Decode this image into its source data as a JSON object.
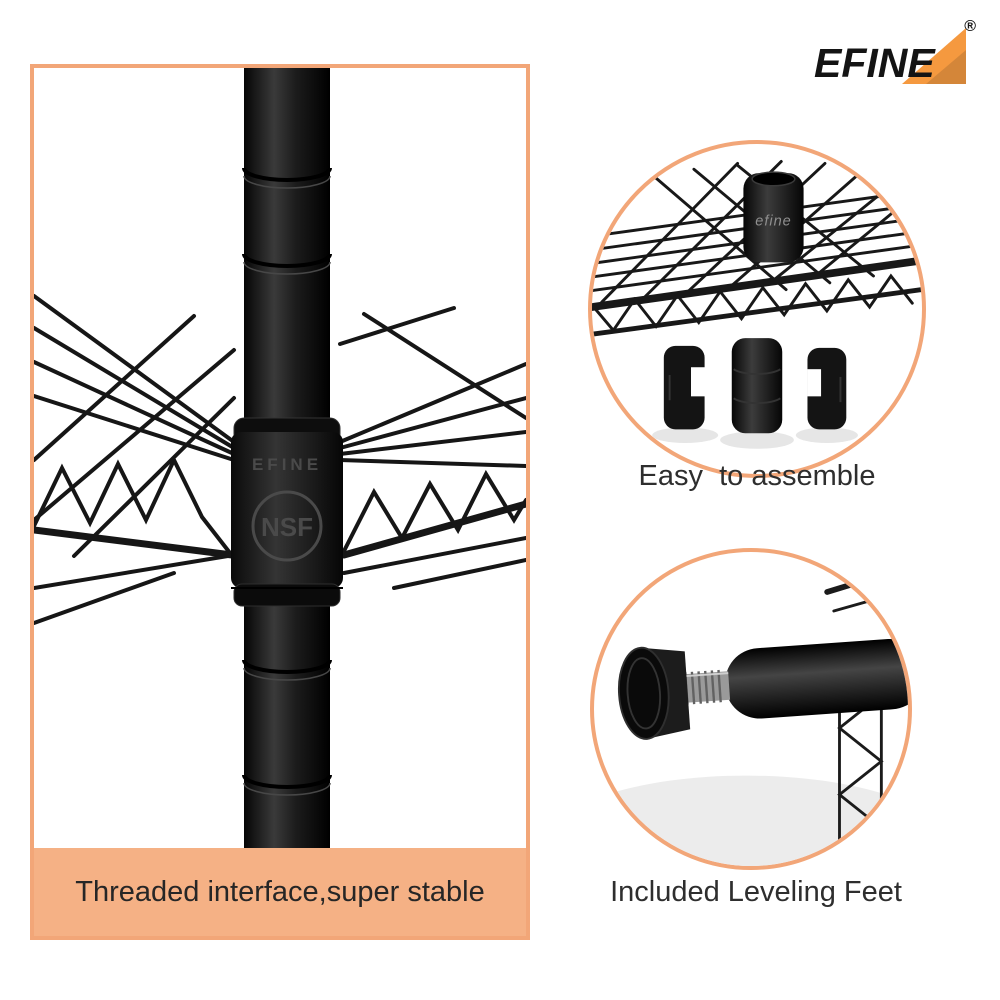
{
  "brand": {
    "logo_text": "EFINE",
    "registered_mark": "®"
  },
  "sections": {
    "threaded": {
      "caption": "Threaded interface,super stable",
      "collar_brand": "EFINE",
      "collar_badge": "NSF"
    },
    "assemble": {
      "caption": "Easy  to assemble",
      "sleeve_text": "efine"
    },
    "leveling": {
      "caption": "Included Leveling Feet"
    }
  },
  "colors": {
    "accent": "#F2A678",
    "caption-bg": "#F5B185",
    "logo-orange": "#F5993F",
    "text-dark": "#222222",
    "product-black": "#121212"
  }
}
